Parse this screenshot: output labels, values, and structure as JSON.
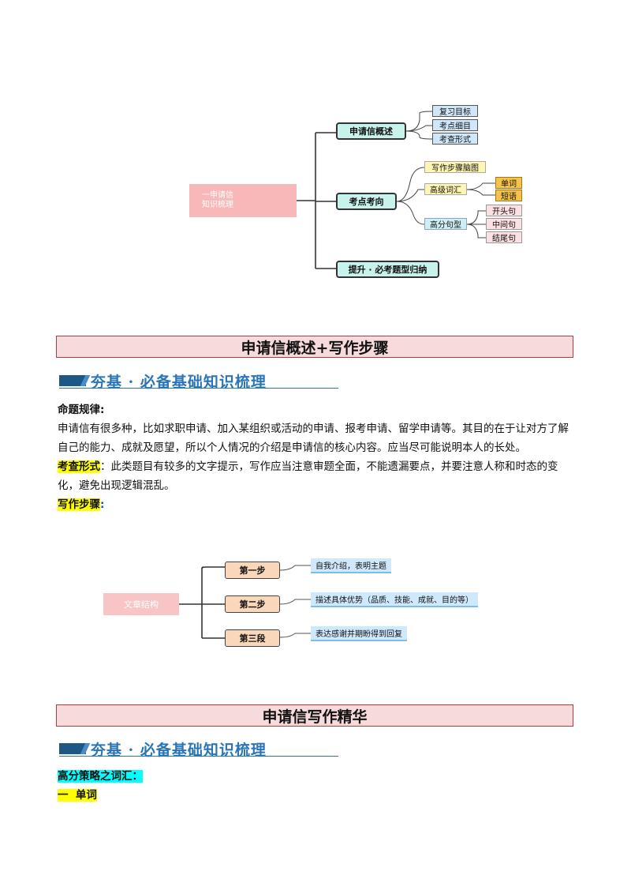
{
  "mindmap1": {
    "root": [
      "一申请信",
      "知识梳理"
    ],
    "branches": [
      {
        "label": "申请信概述",
        "children": [
          "复习目标",
          "考点细目",
          "考查形式"
        ]
      },
      {
        "label": "考点考向",
        "children": [
          {
            "label": "写作步骤脑图"
          },
          {
            "label": "高级词汇",
            "children": [
              "单词",
              "短语"
            ]
          },
          {
            "label": "高分句型",
            "children": [
              "开头句",
              "中间句",
              "结尾句"
            ]
          }
        ]
      },
      {
        "label": "提升 · 必考题型归纳"
      }
    ]
  },
  "section1": {
    "title": "申请信概述+写作步骤",
    "banner": "夯基 · 必备基础知识梳理",
    "label_rule": "命题规律:",
    "para1": "申请信有很多种，比如求职申请、加入某组织或活动的申请、报考申请、留学申请等。其目的在于让对方了解自己的能力、成就及愿望，所以个人情况的介绍是申请信的核心内容。应当尽可能说明本人的长处。",
    "label_form": "考查形式",
    "para2": "：此类题目有较多的文字提示，写作应当注意审题全面，不能遗漏要点，并要注意人称和时态的变化，避免出现逻辑混乱。",
    "label_steps": "写作步骤",
    "label_steps_colon": ":"
  },
  "mindmap2": {
    "root": "文章结构",
    "steps": [
      {
        "label": "第一步",
        "desc": "自我介绍，表明主题"
      },
      {
        "label": "第二步",
        "desc": "描述具体优势（品质、技能、成就、目的等）"
      },
      {
        "label": "第三段",
        "desc": "表达感谢并期盼得到回复"
      }
    ]
  },
  "section2": {
    "title": "申请信写作精华",
    "banner": "夯基 · 必备基础知识梳理",
    "label_strategy": "高分策略之词汇：",
    "label_word": "一  单词"
  }
}
